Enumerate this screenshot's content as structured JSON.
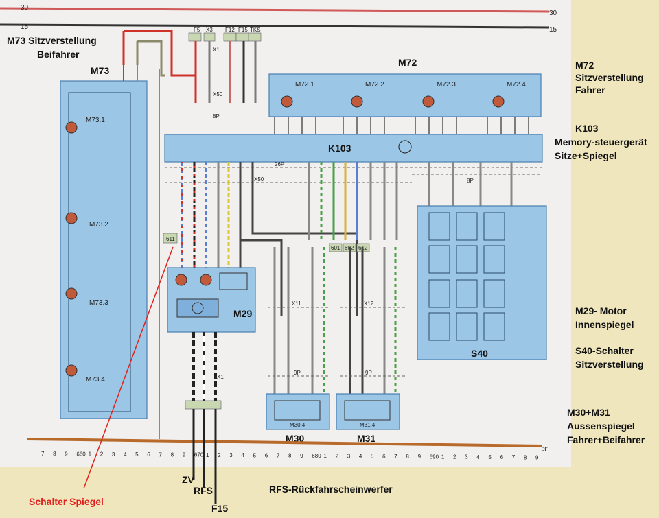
{
  "bus": {
    "top1": "30",
    "top2": "15",
    "bottom": "31"
  },
  "components": {
    "m73": {
      "code": "M73",
      "sub": [
        "M73.1",
        "M73.2",
        "M73.3",
        "M73.4"
      ]
    },
    "m72": {
      "code": "M72",
      "sub": [
        "M72.1",
        "M72.2",
        "M72.3",
        "M72.4"
      ]
    },
    "k103": {
      "code": "K103"
    },
    "m29": {
      "code": "M29"
    },
    "s40": {
      "code": "S40"
    },
    "m30": {
      "code": "M30",
      "sub": "M30.4"
    },
    "m31": {
      "code": "M31",
      "sub": "M31.4"
    }
  },
  "legend": {
    "m73_line1": "M73  Sitzverstellung",
    "m73_line2": "Beifahrer",
    "m72_line1": "M72",
    "m72_line2": "Sitzverstellung",
    "m72_line3": "Fahrer",
    "k103_line1": "K103",
    "k103_line2": "Memory-steuergerät",
    "k103_line3": "Sitze+Spiegel",
    "m29_line1": "M29- Motor",
    "m29_line2": "Innenspiegel",
    "s40_line1": "S40-Schalter",
    "s40_line2": "Sitzverstellung",
    "m30_line1": "M30+M31",
    "m30_line2": "Aussenspiegel",
    "m30_line3": "Fahrer+Beifahrer"
  },
  "callouts": {
    "schalter": "Schalter Spiegel",
    "zv": "ZV",
    "rfs": "RFS",
    "f15": "F15",
    "rfs_note": "RFS-Rückfahrscheinwerfer"
  },
  "fuses": {
    "f5": "F5",
    "x3": "X3",
    "f12": "F12",
    "f15": "F15",
    "tks": "TKS"
  },
  "connectors": {
    "x1": "X1",
    "x50": "X50",
    "x11": "X11",
    "x12": "X12",
    "b26": "26P",
    "b8": "8P",
    "b9": "9P"
  },
  "cells": {
    "c611": "611",
    "c601": "601",
    "c602": "602",
    "c612": "612"
  },
  "ground_ruler": {
    "left_numbers": [
      "7",
      "8",
      "9",
      "660",
      "1",
      "2",
      "3",
      "4",
      "5",
      "6",
      "7",
      "8",
      "9",
      "670",
      "1",
      "2",
      "3",
      "4",
      "5",
      "6",
      "7",
      "8",
      "9",
      "680",
      "1",
      "2",
      "3",
      "4",
      "5",
      "6",
      "7",
      "8",
      "9",
      "690",
      "1",
      "2",
      "3",
      "4",
      "5",
      "6",
      "7",
      "8",
      "9"
    ]
  },
  "colors": {
    "red_wire": "#d0322a",
    "black_wire": "#222222",
    "brown_ground": "#b86a2a",
    "block": "#9cc6e6",
    "callout": "#e0221c"
  }
}
